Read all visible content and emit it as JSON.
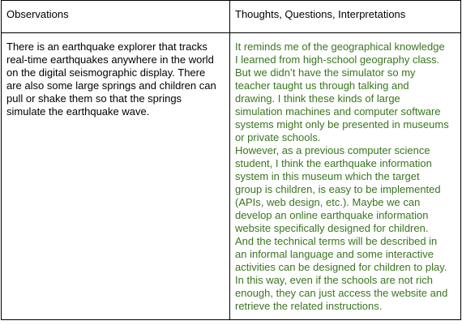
{
  "header": {
    "observations": "Observations",
    "thoughts": "Thoughts, Questions, Interpretations"
  },
  "body": {
    "observations": "There is an earthquake explorer that tracks\nreal-time earthquakes anywhere in the world\non the digital seismographic display. There\nare also some large springs and children can\npull or shake them so that the springs\nsimulate the earthquake wave.",
    "thoughts": "It reminds me of the geographical knowledge\nI learned from high-school geography class.\nBut we didn’t have the simulator so my\nteacher taught us through talking and\ndrawing. I think these kinds of large\nsimulation machines and computer software\nsystems might only be presented in museums\nor private schools.\nHowever, as a previous computer science\nstudent, I think the earthquake information\nsystem in this museum which the target\ngroup is children, is easy to be implemented\n(APIs, web design, etc.). Maybe we can\ndevelop an online earthquake information\nwebsite specifically designed for children.\nAnd the technical terms will be described in\nan informal language and some interactive\nactivities can be designed for children to play.\nIn this way, even if the schools are not rich\nenough, they can just access the website and\nretrieve the related instructions."
  },
  "colors": {
    "border": "#000000",
    "observation_text": "#000000",
    "thoughts_text": "#38761d"
  }
}
